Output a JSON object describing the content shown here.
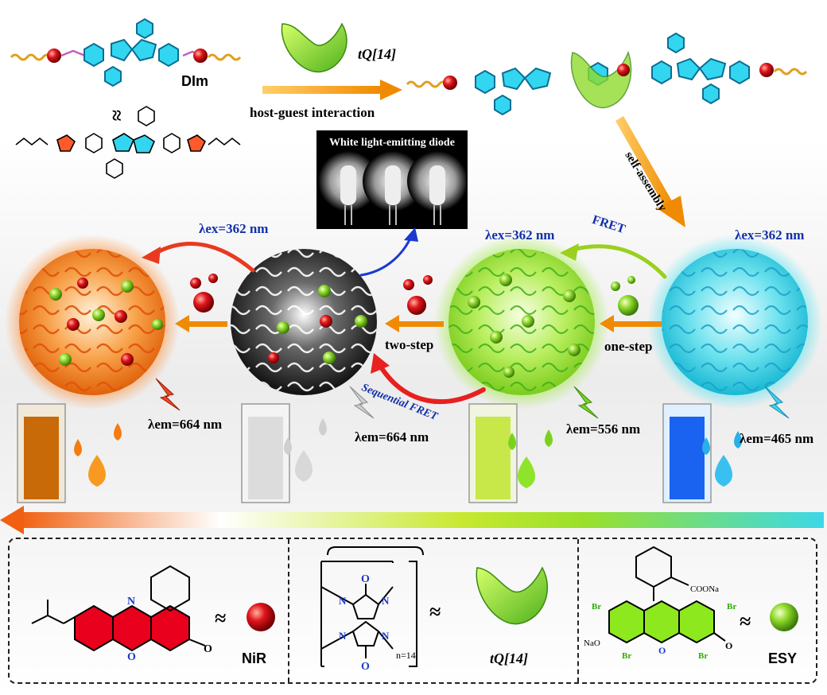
{
  "top": {
    "dim_label": "DIm",
    "host_label": "tQ[14]",
    "arrow_label": "host-guest interaction",
    "self_assembly": "self-assembly",
    "approx": "≈"
  },
  "led": {
    "title": "White light-emitting diode"
  },
  "excitation": [
    "λex=362 nm",
    "λex=362 nm",
    "λex=362 nm"
  ],
  "emission": [
    {
      "text": "λem=664 nm",
      "color": "#e8681c"
    },
    {
      "text": "λem=664 nm",
      "color": "#bbbbbb"
    },
    {
      "text": "λem=556 nm",
      "color": "#8fd21e"
    },
    {
      "text": "λem=465 nm",
      "color": "#16a6d8"
    }
  ],
  "processes": {
    "two_step": "two-step",
    "one_step": "one-step",
    "fret": "FRET",
    "sequential_fret": "Sequential FRET"
  },
  "nanoparticles": [
    {
      "name": "orange",
      "color": "#f58a2a"
    },
    {
      "name": "white",
      "color": "#4a4a4a"
    },
    {
      "name": "green",
      "color": "#a6e03a"
    },
    {
      "name": "cyan",
      "color": "#3dd4e6"
    }
  ],
  "legend": {
    "nir": {
      "label": "NiR",
      "atoms": {
        "n": "N",
        "o": "O",
        "ketone": "O"
      }
    },
    "host": {
      "label": "tQ[14]",
      "n_repeat": "n=14",
      "atoms": {
        "n": "N",
        "o": "O"
      }
    },
    "esy": {
      "label": "ESY",
      "atoms": {
        "br": "Br",
        "coona": "COONa",
        "nao": "NaO",
        "o": "O"
      }
    }
  },
  "colors": {
    "orange": "#f47c20",
    "green": "#9be234",
    "cyan": "#34d6e8",
    "red_bead": "#d8141c",
    "blue_text": "#1230a8"
  }
}
